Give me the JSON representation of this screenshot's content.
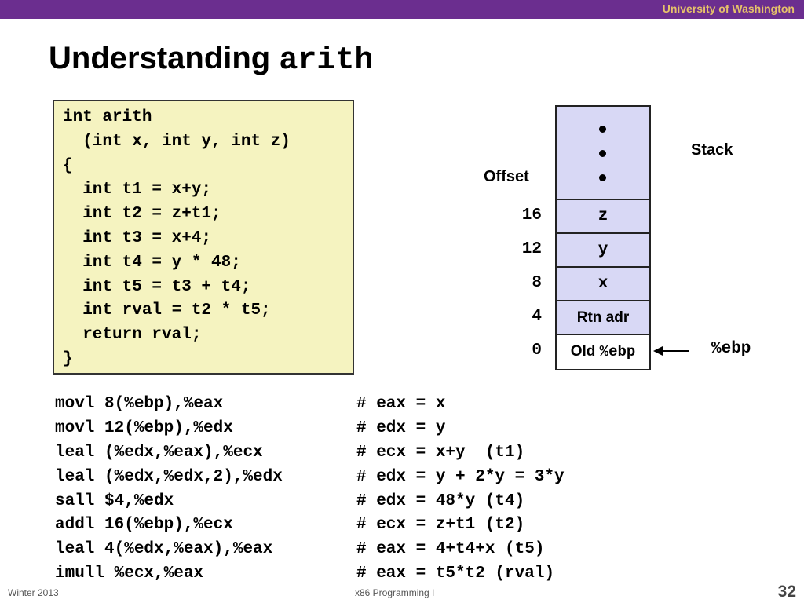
{
  "header": {
    "institution": "University of Washington",
    "bar_color": "#6b2e8f",
    "text_color": "#e6c26a"
  },
  "title": {
    "prefix": "Understanding ",
    "code": "arith"
  },
  "c_code": [
    "int arith",
    "  (int x, int y, int z)",
    "{",
    "  int t1 = x+y;",
    "  int t2 = z+t1;",
    "  int t3 = x+4;",
    "  int t4 = y * 48;",
    "  int t5 = t3 + t4;",
    "  int rval = t2 * t5;",
    "  return rval;",
    "}"
  ],
  "stack_diagram": {
    "label": "Stack",
    "offset_label": "Offset",
    "rows": [
      {
        "offset": "16",
        "value": "z"
      },
      {
        "offset": "12",
        "value": "y"
      },
      {
        "offset": "8",
        "value": "x"
      },
      {
        "offset": "4",
        "value": "Rtn adr"
      },
      {
        "offset": "0",
        "value_prefix": "Old ",
        "value_code": "%ebp"
      }
    ],
    "pointer_label": "%ebp",
    "fill_color": "#d8d8f5"
  },
  "assembly": [
    {
      "instr": "movl 8(%ebp),%eax",
      "comment": "# eax = x"
    },
    {
      "instr": "movl 12(%ebp),%edx",
      "comment": "# edx = y"
    },
    {
      "instr": "leal (%edx,%eax),%ecx",
      "comment": "# ecx = x+y  (t1)"
    },
    {
      "instr": "leal (%edx,%edx,2),%edx",
      "comment": "# edx = y + 2*y = 3*y"
    },
    {
      "instr": "sall $4,%edx",
      "comment": "# edx = 48*y (t4)"
    },
    {
      "instr": "addl 16(%ebp),%ecx",
      "comment": "# ecx = z+t1 (t2)"
    },
    {
      "instr": "leal 4(%edx,%eax),%eax",
      "comment": "# eax = 4+t4+x (t5)"
    },
    {
      "instr": "imull %ecx,%eax",
      "comment": "# eax = t5*t2 (rval)"
    }
  ],
  "footer": {
    "left": "Winter 2013",
    "center": "x86 Programming I",
    "page": "32"
  }
}
